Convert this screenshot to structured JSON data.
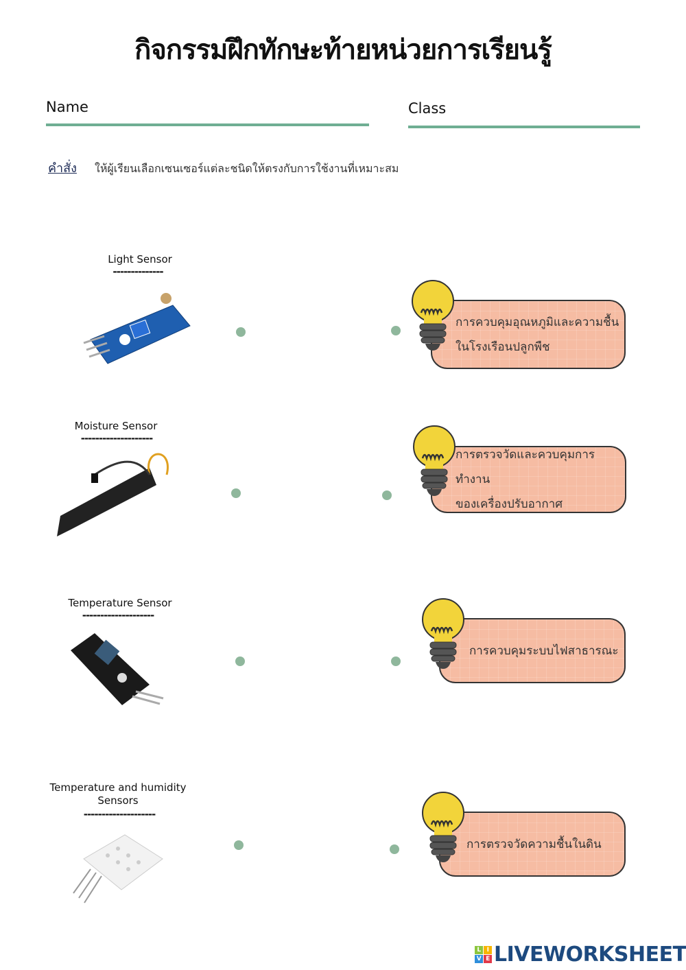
{
  "title": "กิจกรรมฝึกทักษะท้ายหน่วยการเรียนรู้",
  "fields": {
    "name_label": "Name",
    "class_label": "Class"
  },
  "instruction": {
    "label": "คำสั่ง",
    "text": "ให้ผู้เรียนเลือกเซนเซอร์แต่ละชนิดให้ตรงกับการใช้งานที่เหมาะสม"
  },
  "sensors": [
    {
      "label": "Light Sensor",
      "dashes": "--------------"
    },
    {
      "label": "Moisture Sensor",
      "dashes": "--------------------"
    },
    {
      "label": "Temperature Sensor",
      "dashes": "--------------------"
    },
    {
      "label": "Temperature and humidity Sensors",
      "dashes": "--------------------"
    }
  ],
  "uses": [
    {
      "line1": "การควบคุมอุณหภูมิและความชื้น",
      "line2": "ในโรงเรือนปลูกพืช"
    },
    {
      "line1": "การตรวจวัดและควบคุมการทำงาน",
      "line2": "ของเครื่องปรับอากาศ"
    },
    {
      "line1": "การควบคุมระบบไฟสาธารณะ",
      "line2": ""
    },
    {
      "line1": "การตรวจวัดความชื้นในดิน",
      "line2": ""
    }
  ],
  "footer": {
    "logo_text": "LIVEWORKSHEETS",
    "logo_letters": [
      "L",
      "I",
      "V",
      "E"
    ]
  },
  "colors": {
    "accent": "#6fae93",
    "dot": "#8fb79c",
    "box": "#f6bca3",
    "bulb": "#f2d43a"
  }
}
